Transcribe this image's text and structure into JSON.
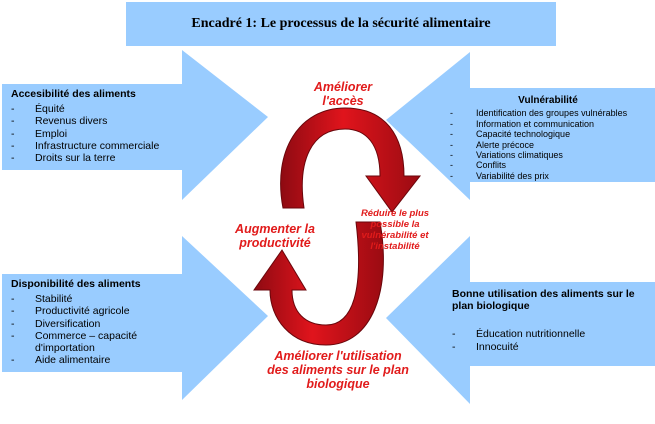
{
  "title": "Encadré 1: Le processus de la sécurité alimentaire",
  "colors": {
    "arrow_fill": "#99ccff",
    "cycle_red": "#d4111a",
    "label_red": "#e11b1b"
  },
  "boxes": {
    "accessibilite": {
      "heading": "Accesibilité des aliments",
      "items": [
        "Équité",
        "Revenus divers",
        "Emploi",
        "Infrastructure commerciale",
        "Droits sur la terre"
      ]
    },
    "disponibilite": {
      "heading": "Disponibilité des aliments",
      "items": [
        "Stabilité",
        "Productivité agricole",
        "Diversification",
        "Commerce – capacité d'importation",
        "Aide alimentaire"
      ]
    },
    "vulnerabilite": {
      "heading": "Vulnérabilité",
      "items": [
        "Identification des groupes vulnérables",
        "Information et communication",
        "Capacité technologique",
        "Alerte précoce",
        "Variations climatiques",
        "Conflits",
        "Variabilité des prix"
      ]
    },
    "utilisation": {
      "heading": "Bonne utilisation des aliments sur le plan biologique",
      "items": [
        "Éducation nutritionnelle",
        "Innocuité"
      ]
    }
  },
  "cycle": {
    "top": "Améliorer l'accès",
    "left": "Augmenter la productivité",
    "right": "Réduire le plus possible la vulnérabilité et l'instabilité",
    "bottom": "Améliorer l'utilisation des aliments sur le plan biologique"
  }
}
